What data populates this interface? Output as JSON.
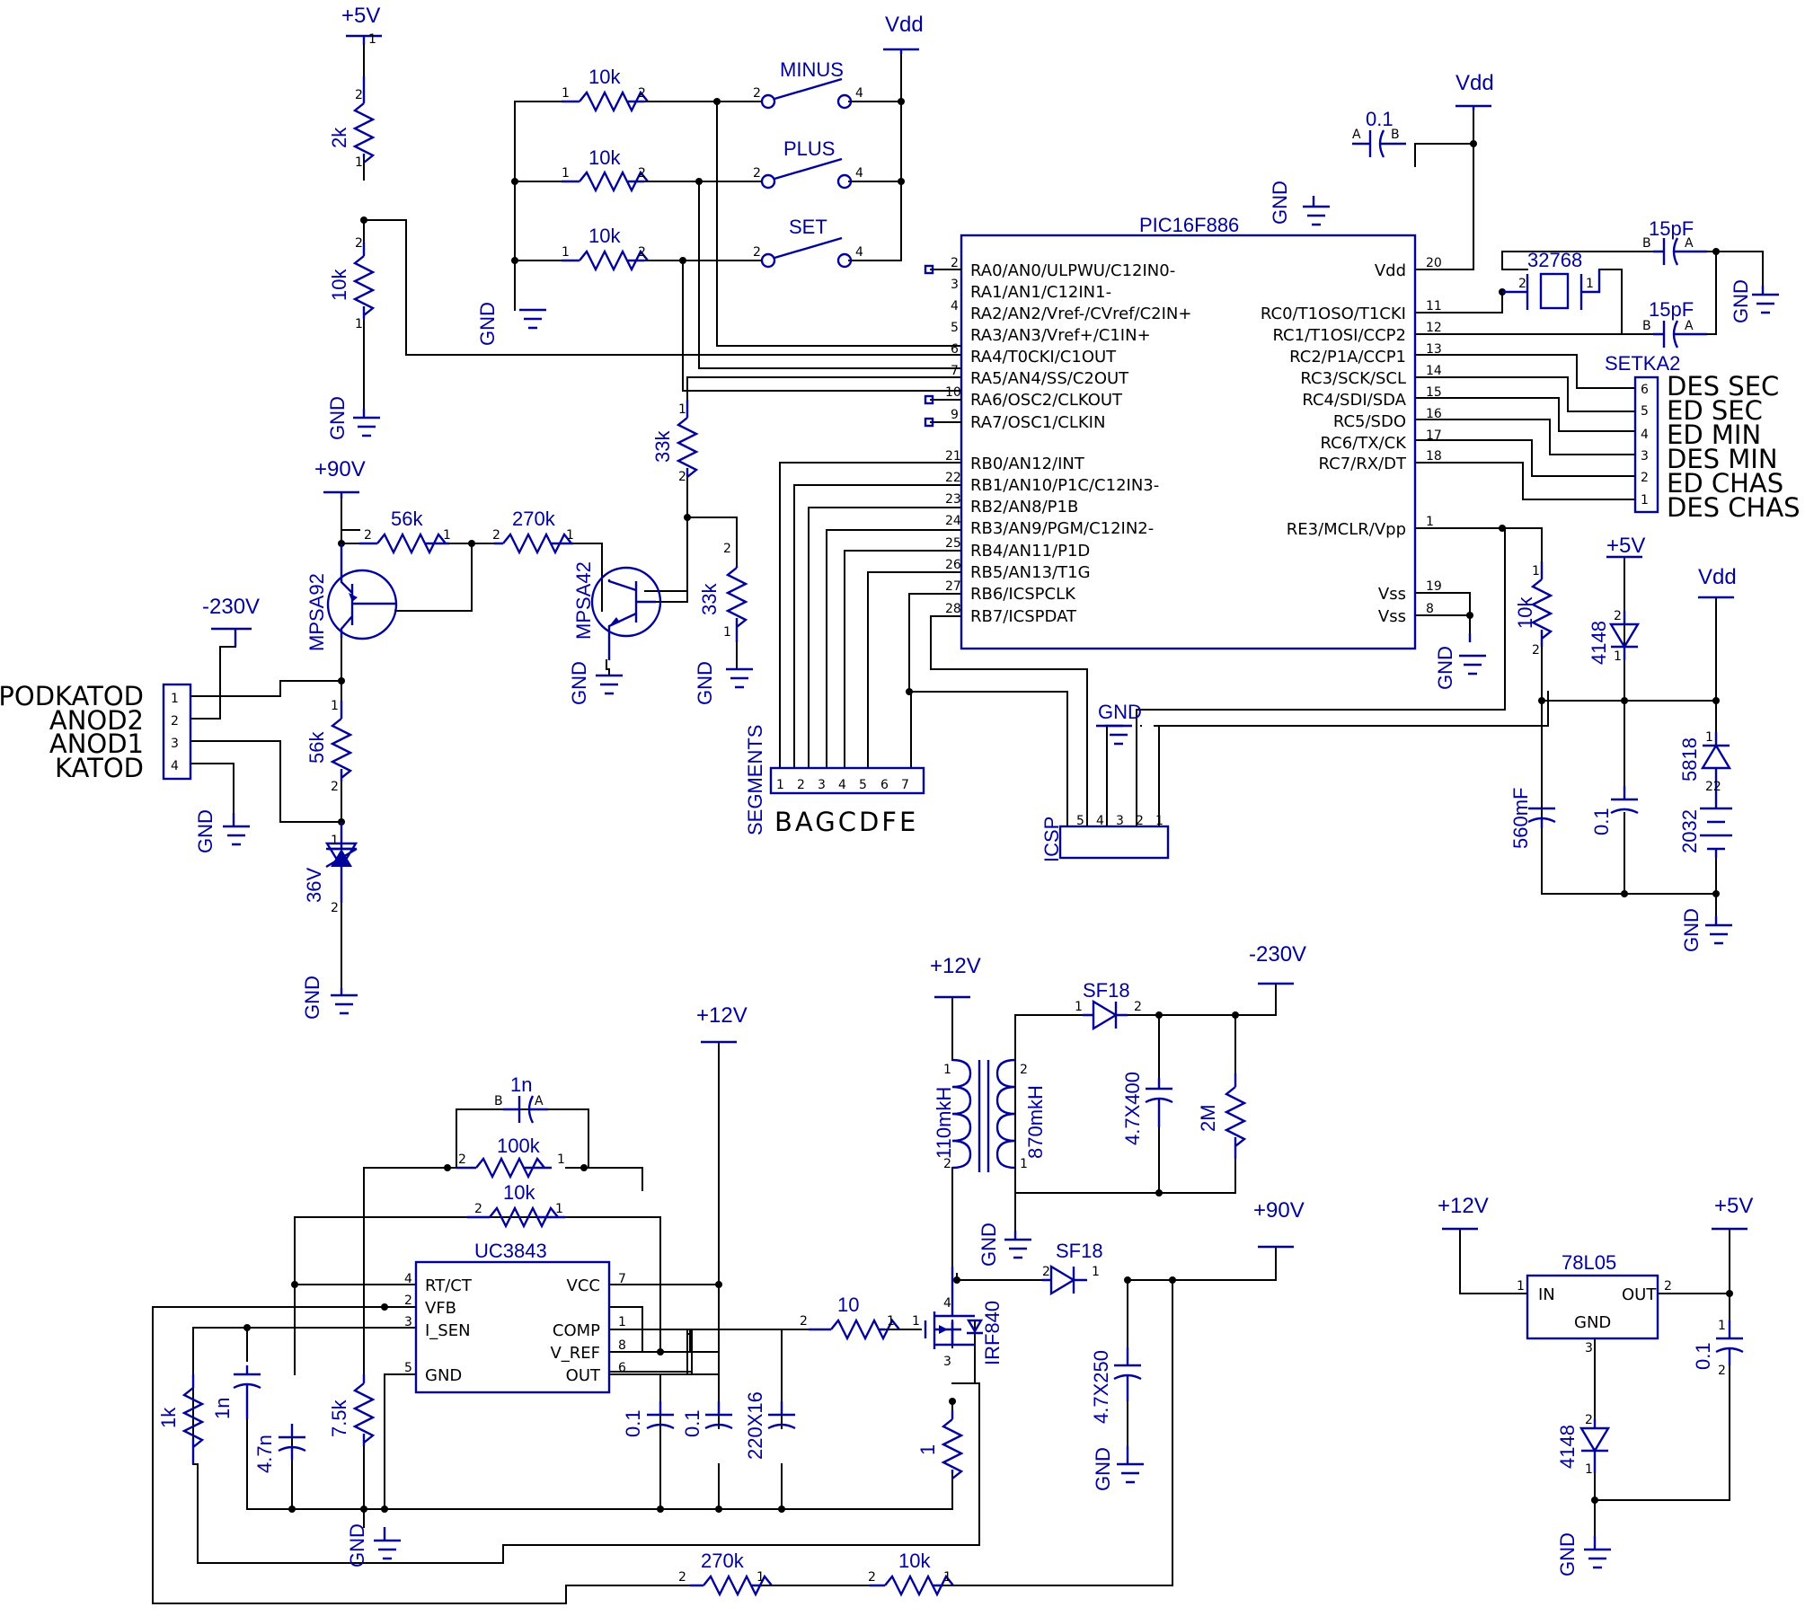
{
  "supplies": {
    "p5v": "+5V",
    "p90v": "+90V",
    "m230v": "-230V",
    "p12v": "+12V",
    "vdd": "Vdd",
    "gnd": "GND"
  },
  "resistors": {
    "r10k": "10k",
    "r2k": "2k",
    "r56k": "56k",
    "r270k": "270k",
    "r33k": "33k",
    "r100k": "100k",
    "r7k5": "7.5k",
    "r1k": "1k",
    "r10": "10",
    "r1": "1",
    "r2m": "2M"
  },
  "capacitors": {
    "c01": "0.1",
    "c15p": "15pF",
    "c1n": "1n",
    "c4n7": "4.7n",
    "c560": "560mF",
    "c220x16": "220X16",
    "c47x400": "4.7X400",
    "c47x250": "4.7X250"
  },
  "diodes": {
    "d4148": "4148",
    "d5818": "5818",
    "dsf18": "SF18",
    "d36v": "36V"
  },
  "transistors": {
    "mpsa92": "MPSA92",
    "mpsa42": "MPSA42",
    "irf840": "IRF840"
  },
  "switches": {
    "minus": "MINUS",
    "plus": "PLUS",
    "set": "SET"
  },
  "crystal": "32768",
  "battery": "2032",
  "inductors": {
    "l1": "110mkH",
    "l2": "870mkH"
  },
  "mcu": {
    "name": "PIC16F886",
    "left_pins": [
      {
        "num": "2",
        "label": "RA0/AN0/ULPWU/C12IN0-"
      },
      {
        "num": "3",
        "label": "RA1/AN1/C12IN1-"
      },
      {
        "num": "4",
        "label": "RA2/AN2/Vref-/CVref/C2IN+"
      },
      {
        "num": "5",
        "label": "RA3/AN3/Vref+/C1IN+"
      },
      {
        "num": "6",
        "label": "RA4/T0CKI/C1OUT"
      },
      {
        "num": "7",
        "label": "RA5/AN4/SS/C2OUT"
      },
      {
        "num": "10",
        "label": "RA6/OSC2/CLKOUT"
      },
      {
        "num": "9",
        "label": "RA7/OSC1/CLKIN"
      },
      {
        "num": "21",
        "label": "RB0/AN12/INT"
      },
      {
        "num": "22",
        "label": "RB1/AN10/P1C/C12IN3-"
      },
      {
        "num": "23",
        "label": "RB2/AN8/P1B"
      },
      {
        "num": "24",
        "label": "RB3/AN9/PGM/C12IN2-"
      },
      {
        "num": "25",
        "label": "RB4/AN11/P1D"
      },
      {
        "num": "26",
        "label": "RB5/AN13/T1G"
      },
      {
        "num": "27",
        "label": "RB6/ICSPCLK"
      },
      {
        "num": "28",
        "label": "RB7/ICSPDAT"
      }
    ],
    "right_pins": [
      {
        "num": "20",
        "label": "Vdd"
      },
      {
        "num": "11",
        "label": "RC0/T1OSO/T1CKI"
      },
      {
        "num": "12",
        "label": "RC1/T1OSI/CCP2"
      },
      {
        "num": "13",
        "label": "RC2/P1A/CCP1"
      },
      {
        "num": "14",
        "label": "RC3/SCK/SCL"
      },
      {
        "num": "15",
        "label": "RC4/SDI/SDA"
      },
      {
        "num": "16",
        "label": "RC5/SDO"
      },
      {
        "num": "17",
        "label": "RC6/TX/CK"
      },
      {
        "num": "18",
        "label": "RC7/RX/DT"
      },
      {
        "num": "1",
        "label": "RE3/MCLR/Vpp"
      },
      {
        "num": "19",
        "label": "Vss"
      },
      {
        "num": "8",
        "label": "Vss"
      }
    ]
  },
  "setka2": {
    "name": "SETKA2",
    "pins": [
      "6",
      "5",
      "4",
      "3",
      "2",
      "1"
    ],
    "labels": [
      "DES SEC",
      "ED SEC",
      "ED MIN",
      "DES MIN",
      "ED CHAS",
      "DES CHAS"
    ]
  },
  "segments": {
    "name": "SEGMENTS",
    "pins": [
      "1",
      "2",
      "3",
      "4",
      "5",
      "6",
      "7"
    ],
    "letters": "BAGCDFE"
  },
  "icsp": {
    "name": "ICSP",
    "pins": [
      "5",
      "4",
      "3",
      "2",
      "1"
    ]
  },
  "lamp_connector": {
    "pins": [
      "1",
      "2",
      "3",
      "4"
    ],
    "labels": [
      "PODKATOD",
      "ANOD2",
      "ANOD1",
      "KATOD"
    ]
  },
  "uc3843": {
    "name": "UC3843",
    "left_pins": [
      {
        "num": "4",
        "label": "RT/CT"
      },
      {
        "num": "2",
        "label": "VFB"
      },
      {
        "num": "3",
        "label": "I_SEN"
      },
      {
        "num": "5",
        "label": "GND"
      }
    ],
    "right_pins": [
      {
        "num": "7",
        "label": "VCC"
      },
      {
        "num": "1",
        "label": "COMP"
      },
      {
        "num": "8",
        "label": "V_REF"
      },
      {
        "num": "6",
        "label": "OUT"
      }
    ]
  },
  "regulator": {
    "name": "78L05",
    "in": "IN",
    "out": "OUT",
    "gnd": "GND"
  },
  "pin_numbers": {
    "p1": "1",
    "p2": "2",
    "p3": "3",
    "p4": "4",
    "p22": "22",
    "a": "A",
    "b": "B"
  }
}
